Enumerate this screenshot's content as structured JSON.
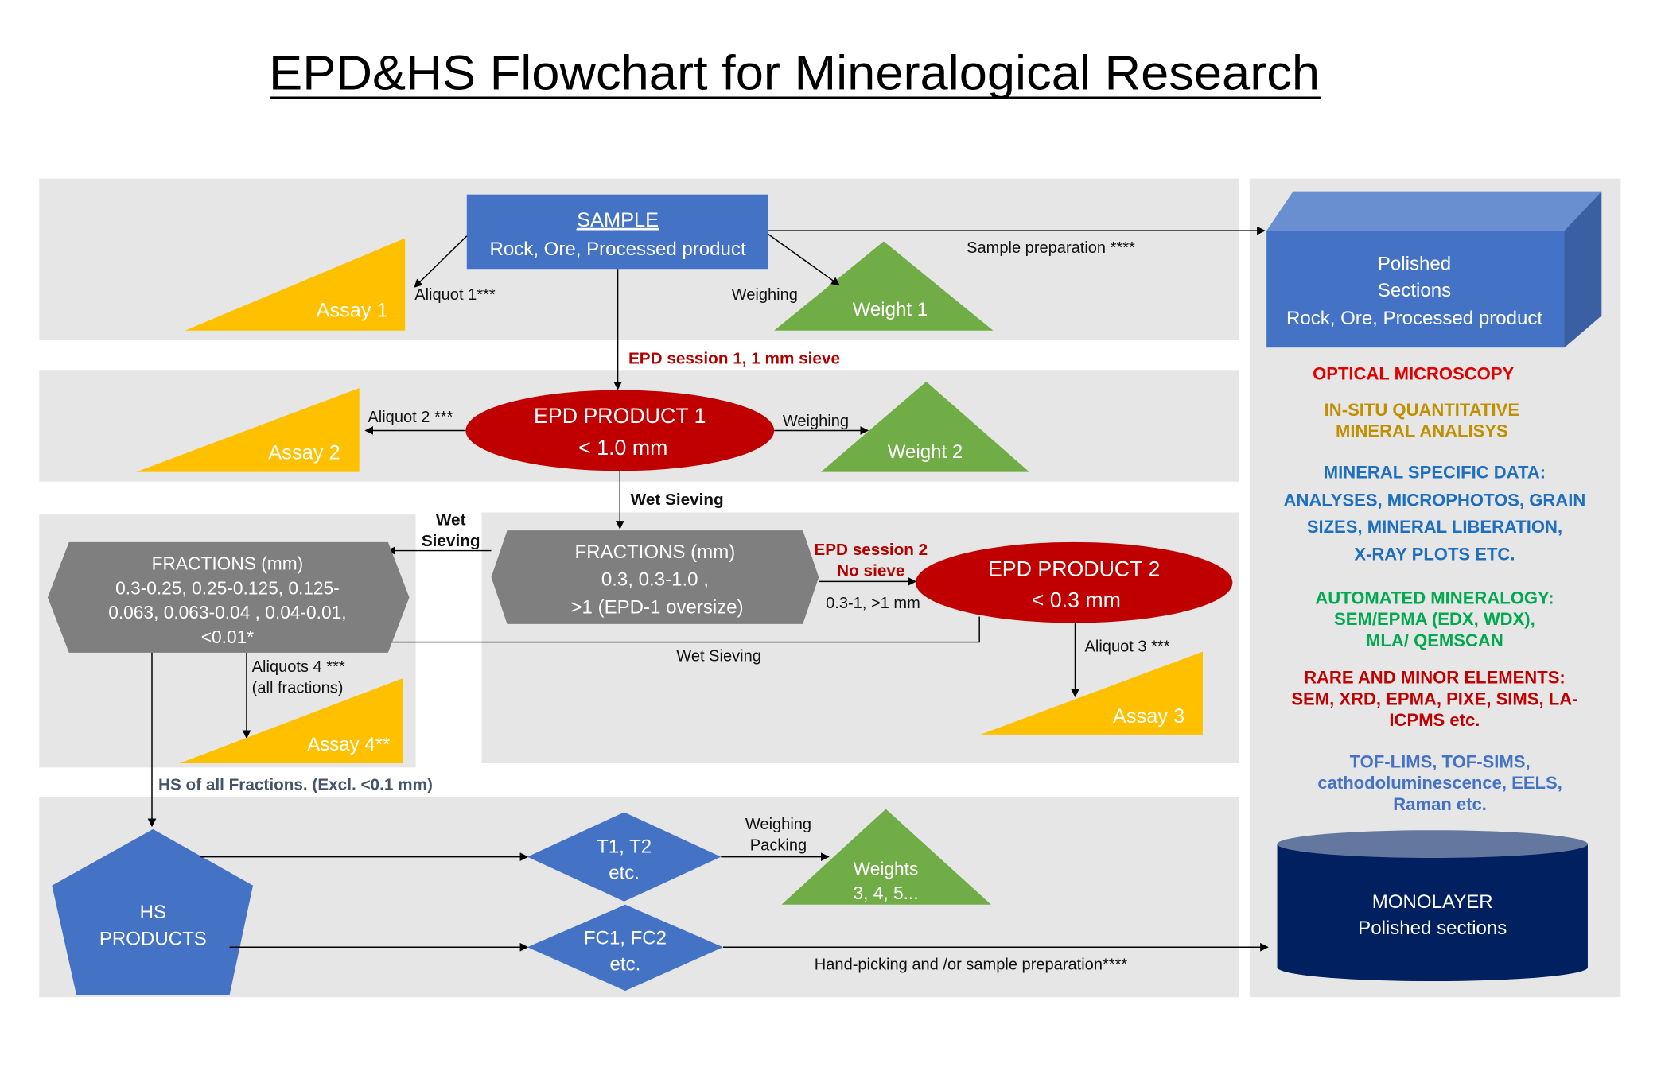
{
  "title": "EPD&HS Flowchart for Mineralogical Research",
  "colors": {
    "panel": "#e7e6e6",
    "blue": "#4472c4",
    "red_ellipse": "#c00000",
    "grey_hex": "#7f7f7f",
    "yellow": "#ffc000",
    "green": "#70ad47",
    "navy": "#002060"
  },
  "sample": {
    "heading": "SAMPLE",
    "subtitle": "Rock, Ore, Processed product"
  },
  "assay1": "Assay 1",
  "aliquot1": "Aliquot 1***",
  "weighing1": "Weighing",
  "weight1": "Weight 1",
  "sample_prep": "Sample preparation ****",
  "polished": {
    "line1": "Polished",
    "line2": "Sections",
    "line3": "Rock, Ore, Processed product"
  },
  "epd_session1": "EPD session 1, 1 mm sieve",
  "epd_product1": {
    "line1": "EPD PRODUCT 1",
    "line2": "< 1.0 mm"
  },
  "aliquot2": "Aliquot 2 ***",
  "assay2": "Assay 2",
  "weighing2": "Weighing",
  "weight2": "Weight 2",
  "wet_sieving_main": "Wet Sieving",
  "wet_sieving_left": {
    "line1": "Wet",
    "line2": "Sieving"
  },
  "fractions_mid": {
    "line1": "FRACTIONS (mm)",
    "line2": "0.3, 0.3-1.0 ,",
    "line3": ">1 (EPD-1 oversize)"
  },
  "epd_session2": {
    "line1": "EPD session 2",
    "line2": "No sieve"
  },
  "to_epd2_label": "0.3-1, >1 mm",
  "epd_product2": {
    "line1": "EPD PRODUCT 2",
    "line2": "< 0.3 mm"
  },
  "wet_sieving_bottom": "Wet Sieving",
  "aliquot3": "Aliquot 3 ***",
  "assay3": "Assay 3",
  "fractions_left": {
    "line1": "FRACTIONS (mm)",
    "line2": "0.3-0.25, 0.25-0.125, 0.125-",
    "line3": "0.063, 0.063-0.04 , 0.04-0.01,",
    "line4": "<0.01*"
  },
  "aliquots4": {
    "line1": "Aliquots 4 ***",
    "line2": "(all fractions)"
  },
  "assay4": "Assay 4**",
  "hs_all": "HS of all  Fractions. (Excl. <0.1 mm)",
  "hs_products": {
    "line1": "HS",
    "line2": "PRODUCTS"
  },
  "t_products": {
    "line1": "T1, T2",
    "line2": "etc."
  },
  "fc_products": {
    "line1": "FC1, FC2",
    "line2": "etc."
  },
  "weighing_packing": {
    "line1": "Weighing",
    "line2": "Packing"
  },
  "weights345": {
    "line1": "Weights",
    "line2": "3, 4, 5..."
  },
  "handpicking": "Hand-picking and /or sample preparation****",
  "monolayer": {
    "line1": "MONOLAYER",
    "line2": "Polished sections"
  },
  "methods": {
    "optical": "OPTICAL MICROSCOPY",
    "insitu": [
      "IN-SITU QUANTITATIVE",
      "MINERAL ANALISYS"
    ],
    "mineral_specific": [
      "MINERAL SPECIFIC DATA:",
      "ANALYSES, MICROPHOTOS, GRAIN",
      "SIZES, MINERAL LIBERATION,",
      "X-RAY PLOTS ETC."
    ],
    "automated": [
      "AUTOMATED MINERALOGY:",
      "SEM/EPMA (EDX, WDX),",
      "MLA/ QEMSCAN"
    ],
    "rare": [
      "RARE AND MINOR ELEMENTS:",
      "SEM, XRD, EPMA, PIXE, SIMS, LA-",
      "ICPMS etc."
    ],
    "tof": [
      "TOF-LIMS, TOF-SIMS,",
      "cathodoluminescence, EELS,",
      "Raman etc."
    ]
  }
}
